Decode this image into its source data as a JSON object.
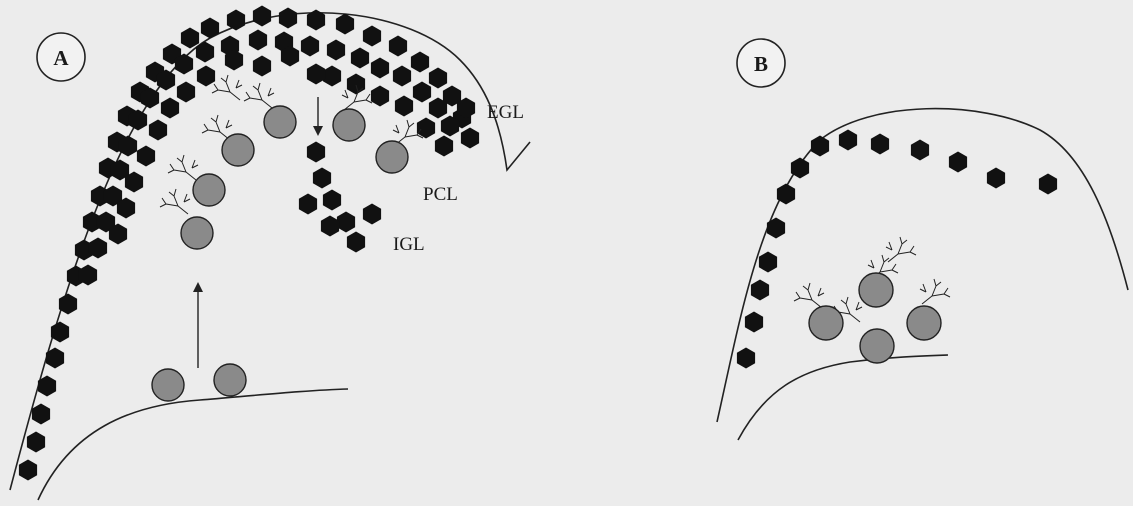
{
  "panels": [
    {
      "id": "A",
      "label": "A"
    },
    {
      "id": "B",
      "label": "B"
    }
  ],
  "layers": {
    "egl": "EGL",
    "pcl": "PCL",
    "igl": "IGL"
  },
  "colors": {
    "background": "#ececec",
    "granule_cell": "#111111",
    "purkinje_cell": "#8a8a8a",
    "outline": "#222222"
  }
}
